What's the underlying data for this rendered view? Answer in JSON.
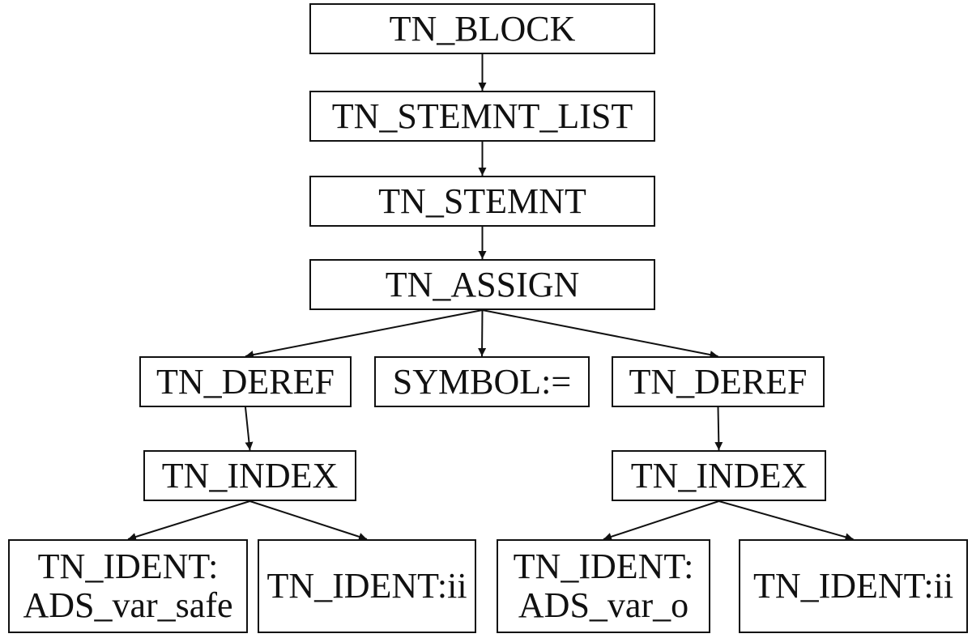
{
  "nodes": {
    "block": "TN_BLOCK",
    "stemnt_list": "TN_STEMNT_LIST",
    "stemnt": "TN_STEMNT",
    "assign": "TN_ASSIGN",
    "deref_left": "TN_DEREF",
    "symbol": "SYMBOL:=",
    "deref_right": "TN_DEREF",
    "index_left": "TN_INDEX",
    "index_right": "TN_INDEX",
    "ident_safe": {
      "line1": "TN_IDENT:",
      "line2": "ADS_var_safe"
    },
    "ident_ii_left": "TN_IDENT:ii",
    "ident_o": {
      "line1": "TN_IDENT:",
      "line2": "ADS_var_o"
    },
    "ident_ii_right": "TN_IDENT:ii"
  },
  "edges": [
    [
      "block",
      "stemnt_list"
    ],
    [
      "stemnt_list",
      "stemnt"
    ],
    [
      "stemnt",
      "assign"
    ],
    [
      "assign",
      "deref_left"
    ],
    [
      "assign",
      "symbol"
    ],
    [
      "assign",
      "deref_right"
    ],
    [
      "deref_left",
      "index_left"
    ],
    [
      "deref_right",
      "index_right"
    ],
    [
      "index_left",
      "ident_safe"
    ],
    [
      "index_left",
      "ident_ii_left"
    ],
    [
      "index_right",
      "ident_o"
    ],
    [
      "index_right",
      "ident_ii_right"
    ]
  ],
  "colors": {
    "line": "#111111",
    "box_fill": "#ffffff",
    "text": "#111111"
  }
}
